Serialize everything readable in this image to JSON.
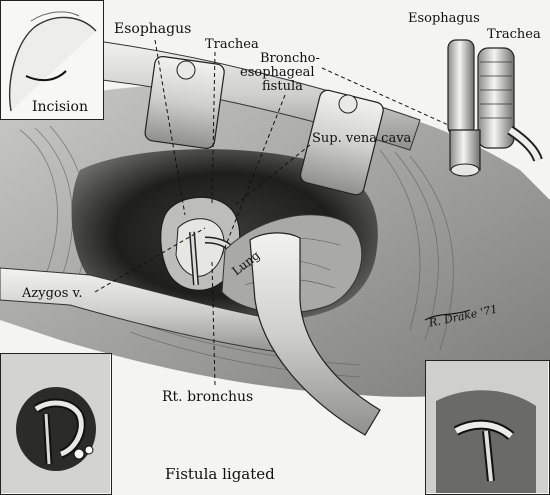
{
  "labels": {
    "incision": "Incision",
    "esophagus_main": "Esophagus",
    "trachea_main": "Trachea",
    "broncho_line1": "Broncho-",
    "broncho_line2": "esophageal",
    "broncho_line3": "fistula",
    "sup_vena_cava": "Sup. vena cava",
    "azygos": "Azygos v.",
    "lung": "Lung",
    "rt_bronchus": "Rt. bronchus",
    "fistula_ligated": "Fistula ligated",
    "esophagus_inset": "Esophagus",
    "trachea_inset": "Trachea"
  },
  "signature": "R. Drake '71",
  "colors": {
    "ink": "#111111",
    "paper": "#f4f4f2",
    "shadow": "#2a2a2a",
    "tissue": "#9a9a96"
  }
}
